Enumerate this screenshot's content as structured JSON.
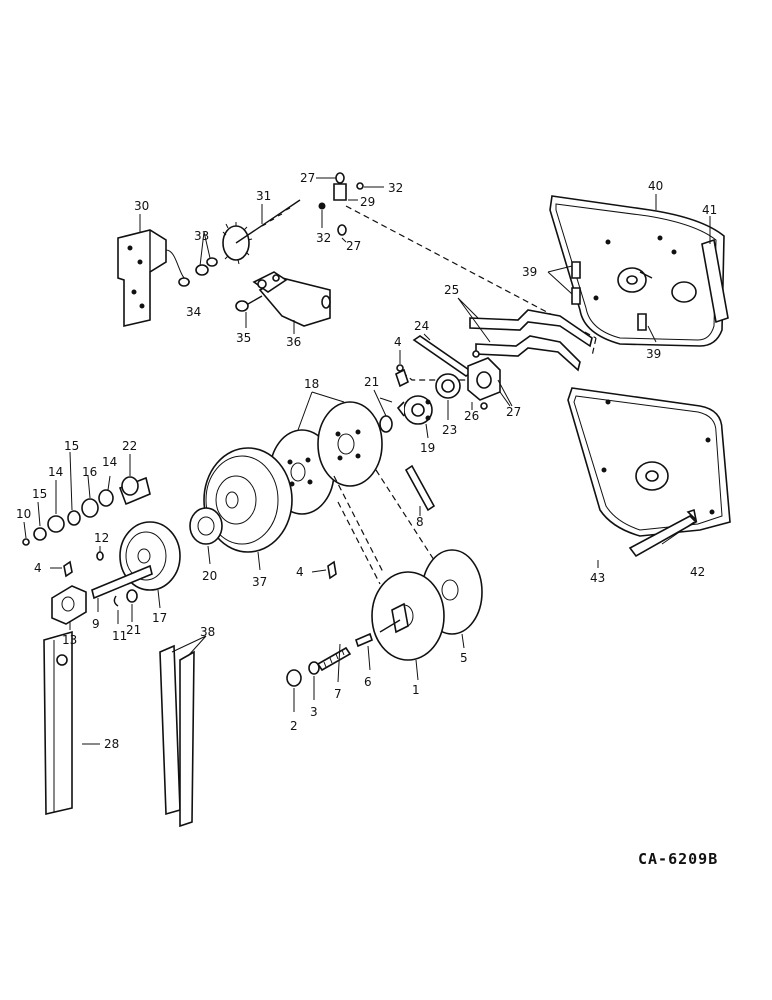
{
  "diagram": {
    "caption": "CA-6209B",
    "callouts": {
      "c1": "1",
      "c2": "2",
      "c3": "3",
      "c4a": "4",
      "c4b": "4",
      "c4c": "4",
      "c5": "5",
      "c6": "6",
      "c7": "7",
      "c8": "8",
      "c9": "9",
      "c10": "10",
      "c11": "11",
      "c12": "12",
      "c13": "13",
      "c14a": "14",
      "c14b": "14",
      "c15a": "15",
      "c15b": "15",
      "c16": "16",
      "c17": "17",
      "c18": "18",
      "c19": "19",
      "c20": "20",
      "c21a": "21",
      "c21b": "21",
      "c22": "22",
      "c23": "23",
      "c24": "24",
      "c25": "25",
      "c26": "26",
      "c27a": "27",
      "c27b": "27",
      "c27c": "27",
      "c28": "28",
      "c29": "29",
      "c30": "30",
      "c31": "31",
      "c32a": "32",
      "c32b": "32",
      "c33": "33",
      "c34": "34",
      "c35": "35",
      "c36": "36",
      "c37": "37",
      "c38": "38",
      "c39a": "39",
      "c39b": "39",
      "c40": "40",
      "c41": "41",
      "c42": "42",
      "c43": "43"
    }
  }
}
